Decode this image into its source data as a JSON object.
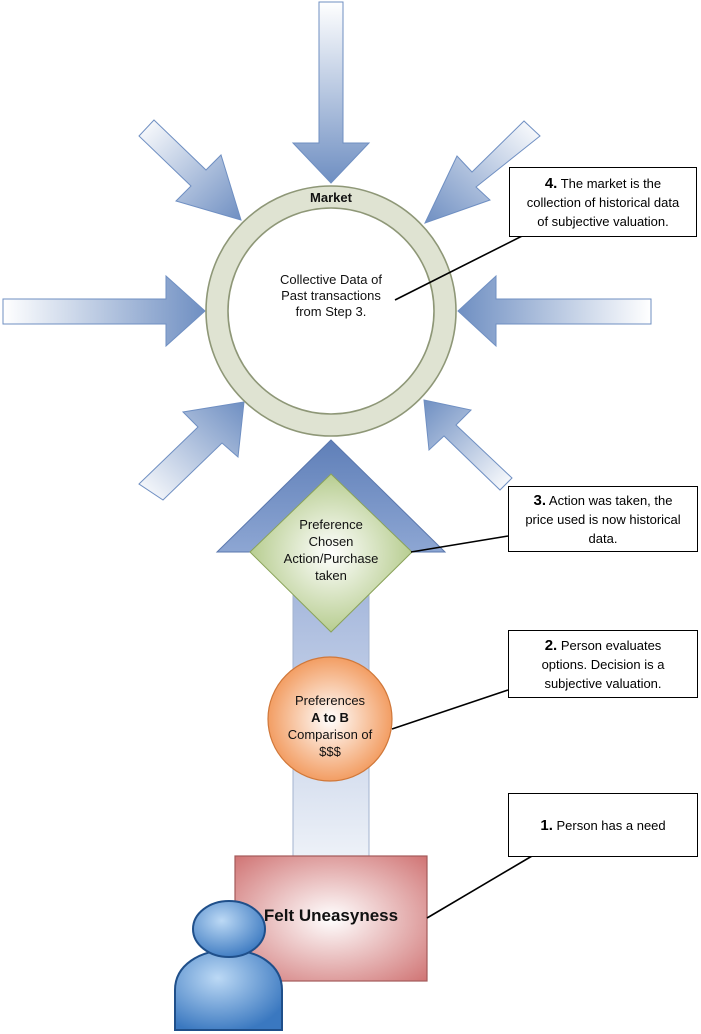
{
  "market": {
    "title": "Market",
    "center_text": [
      "Collective Data of",
      "Past transactions",
      "from Step 3."
    ]
  },
  "preference_node": {
    "lines": [
      "Preference",
      "Chosen",
      "Action/Purchase",
      "taken"
    ]
  },
  "comparison_node": {
    "line1": "Preferences",
    "line2": "A to B",
    "line3": "Comparison of",
    "line4": "$$$"
  },
  "uneasiness_node": {
    "label": "Felt Uneasyness"
  },
  "callouts": [
    {
      "num": "4.",
      "text_first": "The market is the",
      "text_rest": [
        "collection of historical data",
        "of subjective valuation."
      ]
    },
    {
      "num": "3.",
      "text_first": "Action was taken, the",
      "text_rest": [
        "price used is now historical",
        "data."
      ]
    },
    {
      "num": "2.",
      "text_first": "Person evaluates",
      "text_rest": [
        "options. Decision is a",
        "subjective valuation."
      ]
    },
    {
      "num": "1.",
      "text_first": "Person has a need",
      "text_rest": []
    }
  ],
  "icons": {
    "person": "person-icon"
  },
  "colors": {
    "arrow_blue": "#6f8fc2",
    "ring": "#dfe3d2",
    "shaft": "#c5d2ea",
    "diamond": "#b9d08c",
    "circle_orange": "#f6a66e",
    "box_red": "#d98f8f",
    "person_blue": "#4b8cd2"
  }
}
